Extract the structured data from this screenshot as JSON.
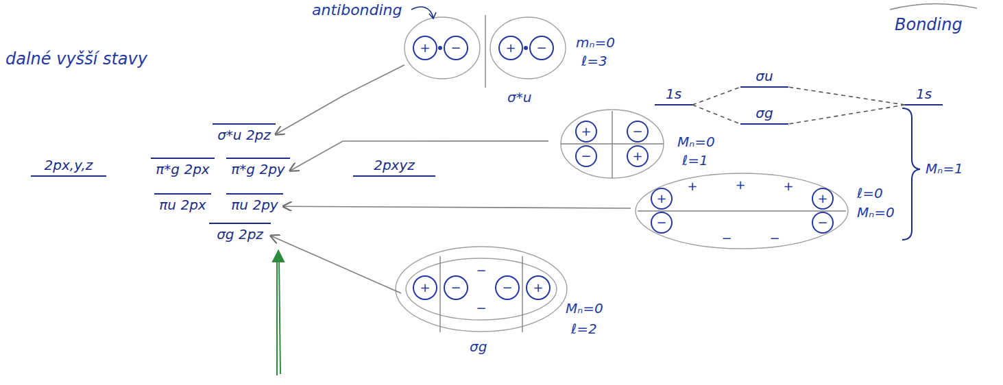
{
  "diagram": {
    "nodes": [
      {
        "text": [
          "mₙ=0",
          "ℓ=3",
          "σ*u"
        ]
      },
      {
        "text": [
          "σ*u 2pz"
        ]
      },
      {
        "text": [
          "1s"
        ]
      },
      {
        "text": [
          "σu"
        ]
      },
      {
        "text": [
          "1s"
        ]
      },
      {
        "text": [
          "σg"
        ]
      },
      {
        "text": [
          "Mₙ=0",
          "ℓ=1"
        ]
      },
      {
        "text": [
          "2px,y,z"
        ]
      },
      {
        "text": [
          "π*g 2px"
        ]
      },
      {
        "text": [
          "π*g 2py"
        ]
      },
      {
        "text": [
          "2pxyz"
        ]
      },
      {
        "text": [
          "ℓ=0",
          "Mₙ=0"
        ]
      },
      {
        "text": [
          "πu 2px"
        ]
      },
      {
        "text": [
          "πu 2py"
        ]
      },
      {
        "text": [
          "σg 2pz"
        ]
      },
      {
        "text": [
          "Mₙ=0",
          "ℓ=2",
          "σg"
        ]
      }
    ],
    "edges": [
      {
        "from": 0,
        "to": 1,
        "arrow": "to"
      },
      {
        "from": 6,
        "to": 9,
        "arrow": "to"
      },
      {
        "from": 11,
        "to": 13,
        "arrow": "to"
      },
      {
        "from": 15,
        "to": 14,
        "arrow": "to"
      },
      {
        "from": 2,
        "to": 3,
        "arrow": "none"
      },
      {
        "from": 2,
        "to": 5,
        "arrow": "none"
      },
      {
        "from": 4,
        "to": 3,
        "arrow": "none"
      },
      {
        "from": 4,
        "to": 5,
        "arrow": "none"
      }
    ],
    "labels": [
      "dalné vyšší stavy",
      "antibonding",
      "Bonding",
      "Mₙ=1",
      "+",
      "−",
      "+",
      "−",
      "+",
      "−",
      "−",
      "+",
      "+",
      "+",
      "+",
      "+",
      "−",
      "+",
      "−",
      "−",
      "−",
      "+",
      "−",
      "−",
      "+",
      "−",
      "−"
    ]
  }
}
